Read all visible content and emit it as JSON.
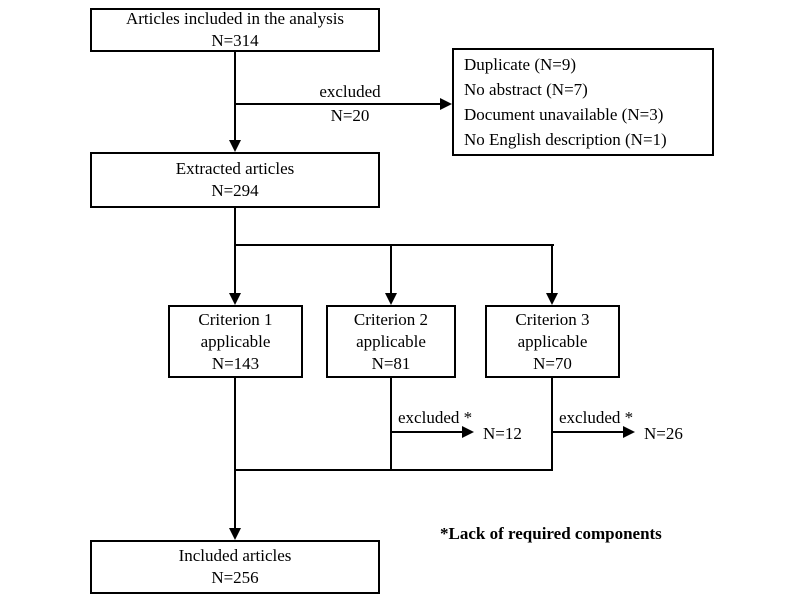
{
  "diagram": {
    "boxes": {
      "articles": {
        "lines": [
          "Articles included in the analysis",
          "N=314"
        ]
      },
      "exclusion_reasons": {
        "lines": [
          "Duplicate (N=9)",
          "No abstract (N=7)",
          "Document unavailable (N=3)",
          "No English description (N=1)"
        ]
      },
      "extracted": {
        "lines": [
          "Extracted articles",
          "N=294"
        ]
      },
      "criterion1": {
        "lines": [
          "Criterion 1",
          "applicable",
          "N=143"
        ]
      },
      "criterion2": {
        "lines": [
          "Criterion 2",
          "applicable",
          "N=81"
        ]
      },
      "criterion3": {
        "lines": [
          "Criterion 3",
          "applicable",
          "N=70"
        ]
      },
      "included": {
        "lines": [
          "Included articles",
          "N=256"
        ]
      }
    },
    "labels": {
      "excluded_main": "excluded",
      "excluded_main_n": "N=20",
      "excluded_c2": "excluded *",
      "excluded_c2_n": "N=12",
      "excluded_c3": "excluded *",
      "excluded_c3_n": "N=26",
      "footnote": "*Lack of required components"
    }
  }
}
